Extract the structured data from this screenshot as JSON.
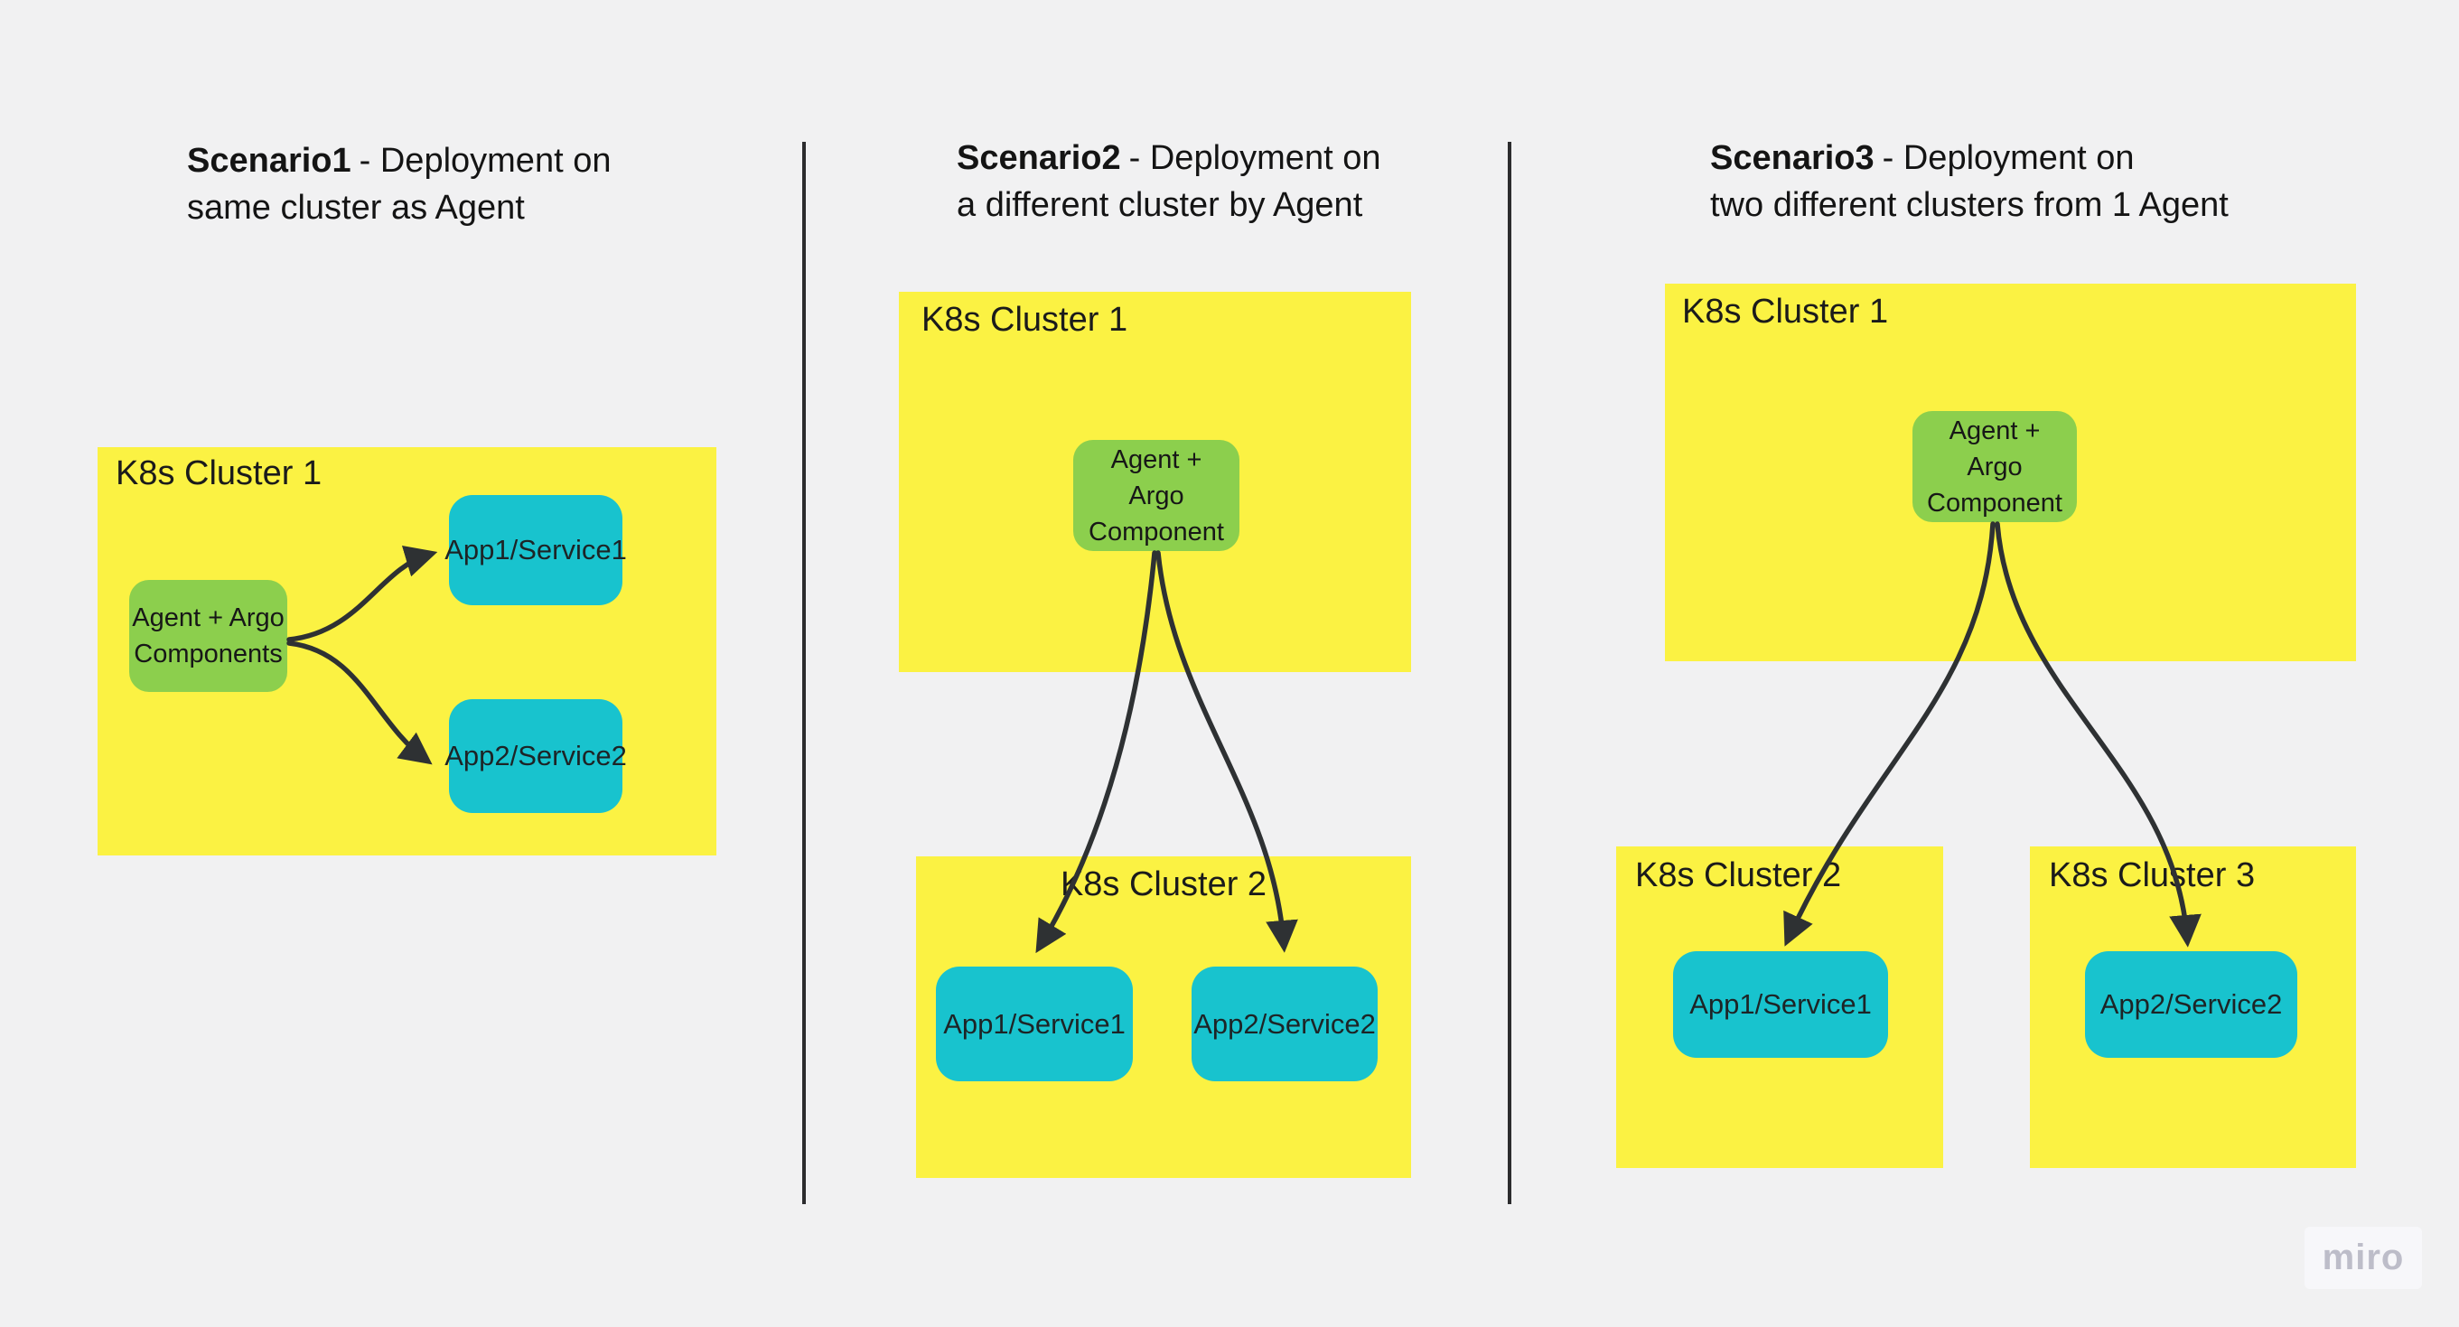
{
  "board": {
    "watermark": "miro",
    "colors": {
      "background": "#F1F1F2",
      "sticky_yellow": "#FBF243",
      "agent_green": "#8CCF4D",
      "app_cyan": "#18C3CE",
      "arrow": "#2E3133",
      "divider": "#2C2C2E",
      "text": "#161616",
      "watermark_text": "#BDBDC9"
    }
  },
  "s1": {
    "heading": {
      "bold": "Scenario1",
      "rest": "- Deployment on",
      "line2": "same cluster as Agent"
    },
    "cluster1": {
      "label": "K8s Cluster 1"
    },
    "agent": {
      "lines": [
        "Agent + Argo",
        "Components"
      ]
    },
    "app1": "App1/Service1",
    "app2": "App2/Service2"
  },
  "s2": {
    "heading": {
      "bold": "Scenario2",
      "rest": "- Deployment on",
      "line2": "a different cluster by Agent"
    },
    "cluster1": {
      "label": "K8s Cluster 1"
    },
    "agent": {
      "lines": [
        "Agent +",
        "Argo",
        "Component"
      ]
    },
    "cluster2": {
      "label": "K8s Cluster 2"
    },
    "app1": "App1/Service1",
    "app2": "App2/Service2"
  },
  "s3": {
    "heading": {
      "bold": "Scenario3",
      "rest": "- Deployment on",
      "line2": "two different clusters from 1 Agent"
    },
    "cluster1": {
      "label": "K8s Cluster 1"
    },
    "agent": {
      "lines": [
        "Agent +",
        "Argo",
        "Component"
      ]
    },
    "cluster2": {
      "label": "K8s Cluster 2",
      "app": "App1/Service1"
    },
    "cluster3": {
      "label": "K8s Cluster 3",
      "app": "App2/Service2"
    }
  }
}
